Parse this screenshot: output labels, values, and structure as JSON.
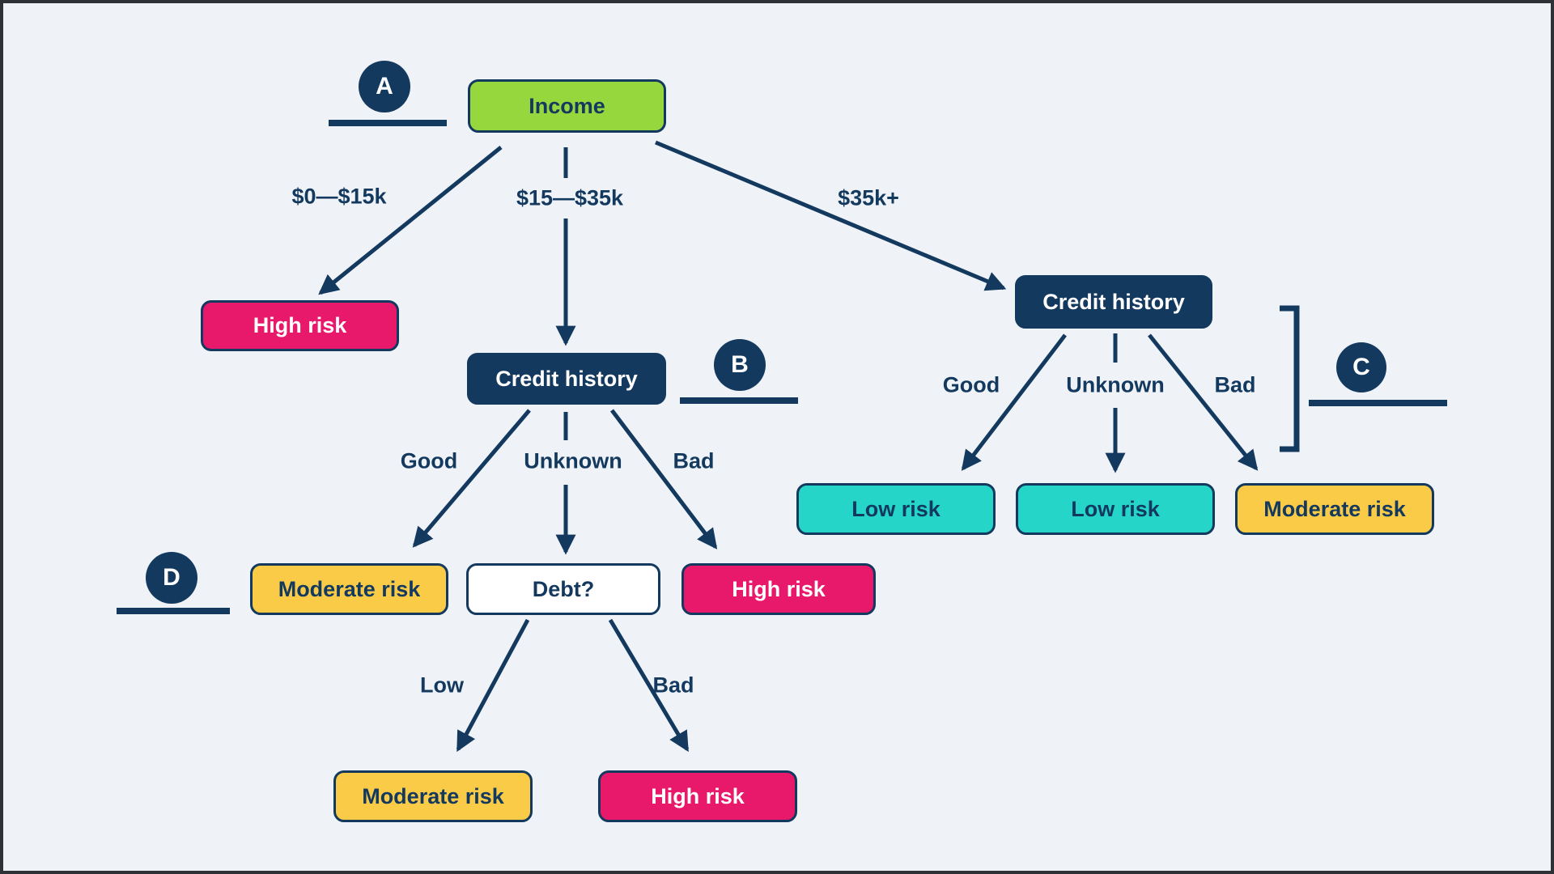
{
  "diagram": {
    "type": "decision-tree",
    "colors": {
      "navy": "#14395F",
      "green": "#96D73E",
      "pink": "#E8196B",
      "amber": "#F9CB47",
      "teal": "#25D6C8",
      "white": "#FFFFFF",
      "background": "#EFF3F8",
      "frame": "#2F3235"
    },
    "markers": {
      "a": "A",
      "b": "B",
      "c": "C",
      "d": "D"
    },
    "nodes": {
      "income": "Income",
      "high_risk_1": "High risk",
      "credit_history_left": "Credit history",
      "moderate_risk_d": "Moderate risk",
      "debt": "Debt?",
      "high_risk_mid": "High risk",
      "moderate_risk_bottom": "Moderate risk",
      "high_risk_bottom": "High risk",
      "credit_history_right": "Credit history",
      "low_risk_1": "Low risk",
      "low_risk_2": "Low risk",
      "moderate_risk_right": "Moderate risk"
    },
    "edge_labels": {
      "income_low": "$0—$15k",
      "income_mid": "$15—$35k",
      "income_high": "$35k+",
      "left_good": "Good",
      "left_unknown": "Unknown",
      "left_bad": "Bad",
      "right_good": "Good",
      "right_unknown": "Unknown",
      "right_bad": "Bad",
      "debt_low": "Low",
      "debt_bad": "Bad"
    }
  }
}
